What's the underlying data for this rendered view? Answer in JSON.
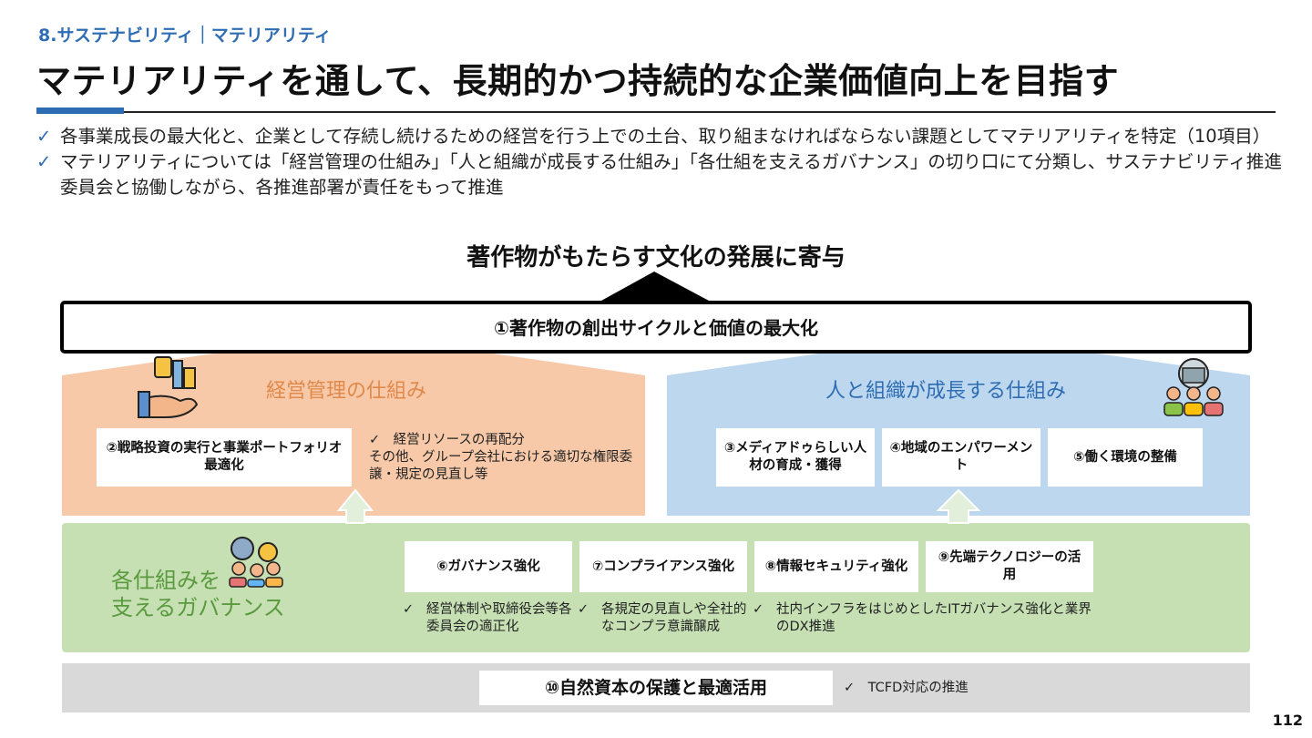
{
  "header": {
    "section_label": "8.サステナビリティ｜マテリアリティ",
    "title": "マテリアリティを通して、長期的かつ持続的な企業価値向上を目指す"
  },
  "bullets": [
    {
      "check": "✓",
      "text": "各事業成長の最大化と、企業として存続し続けるための経営を行う上での土台、取り組まなければならない課題としてマテリアリティを特定（10項目）"
    },
    {
      "check": "✓",
      "text": "マテリアリティについては「経営管理の仕組み」「人と組織が成長する仕組み」「各仕組を支えるガバナンス」の切り口にて分類し、サステナビリティ推進委員会と協働しながら、各推進部署が責任をもって推進"
    }
  ],
  "diagram": {
    "goal": "著作物がもたらす文化の発展に寄与",
    "band_1": "①著作物の創出サイクルと価値の最大化",
    "left_pillar": {
      "title": "経営管理の仕組み",
      "box_2": "②戦略投資の実行と事業ポートフォリオ最適化",
      "note_line1": "✓　経営リソースの再配分",
      "note_line2": "その他、グループ会社における適切な権限委譲・規定の見直し等"
    },
    "right_pillar": {
      "title": "人と組織が成長する仕組み",
      "box_3": "③メディアドゥらしい人材の育成・獲得",
      "box_4": "④地域のエンパワーメント",
      "box_5": "⑤働く環境の整備"
    },
    "governance": {
      "title_line1": "各仕組みを",
      "title_line2": "支えるガバナンス",
      "box_6": "⑥ガバナンス強化",
      "box_7": "⑦コンプライアンス強化",
      "box_8": "⑧情報セキュリティ強化",
      "box_9": "⑨先端テクノロジーの活用",
      "note_6": "経営体制や取締役会等各委員会の適正化",
      "note_7": "各規定の見直しや全社的なコンプラ意識醸成",
      "note_8_9": "社内インフラをはじめとしたITガバナンス強化と業界のDX推進",
      "check": "✓"
    },
    "base": {
      "box_10": "⑩自然資本の保護と最適活用",
      "note": "✓　TCFD対応の推進"
    }
  },
  "page_number": "112",
  "colors": {
    "accent_blue": "#2e6db4",
    "orange_fill": "#f7c9a9",
    "blue_fill": "#bdd7ee",
    "green_fill": "#c6e0b4",
    "gray_fill": "#d9d9d9"
  }
}
